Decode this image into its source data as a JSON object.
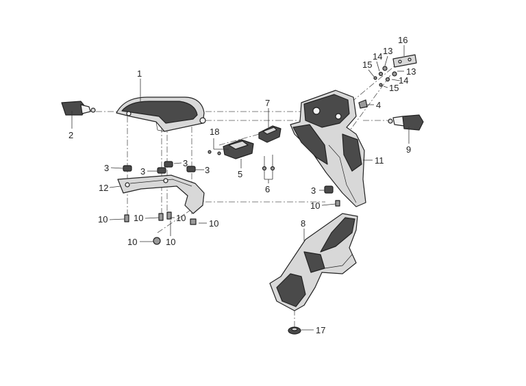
{
  "callouts": {
    "c1": "1",
    "c2": "2",
    "c3a": "3",
    "c3b": "3",
    "c3c": "3",
    "c3d": "3",
    "c3e": "3",
    "c4": "4",
    "c5": "5",
    "c6": "6",
    "c7": "7",
    "c8": "8",
    "c9": "9",
    "c10a": "10",
    "c10b": "10",
    "c10c": "10",
    "c10d": "10",
    "c10e": "10",
    "c10f": "10",
    "c10g": "10",
    "c11": "11",
    "c12": "12",
    "c13a": "13",
    "c13b": "13",
    "c14a": "14",
    "c14b": "14",
    "c15a": "15",
    "c15b": "15",
    "c16": "16",
    "c17": "17",
    "c18": "18"
  },
  "colors": {
    "line": "#333333",
    "part_dark": "#4a4a4a",
    "part_light": "#d8d8d8"
  }
}
